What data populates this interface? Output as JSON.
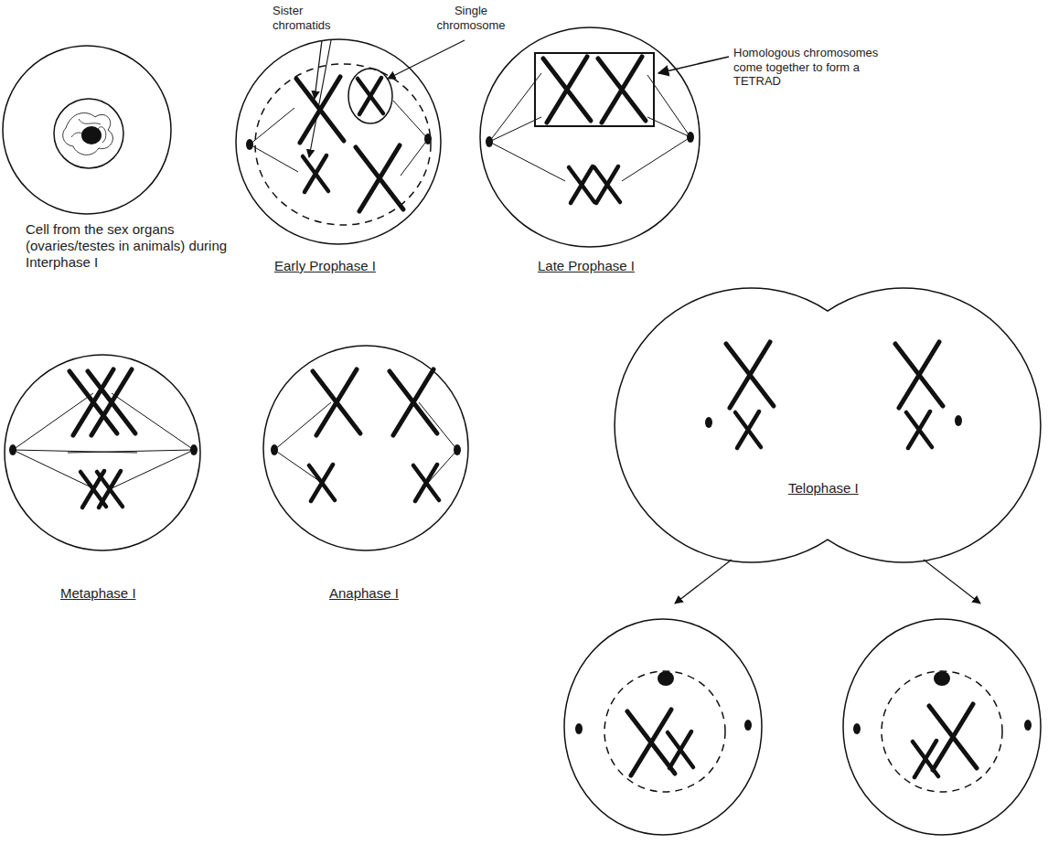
{
  "diagram": {
    "labels": [
      "Sister chromatids",
      "Single chromosome",
      "Homologous chromosomes come together to form a TETRAD",
      "Cell from the sex organs (ovaries/testes in animals) during Interphase I",
      "Early Prophase I",
      "Late Prophase I",
      "Metaphase I",
      "Anaphase I",
      "Telophase I"
    ]
  }
}
